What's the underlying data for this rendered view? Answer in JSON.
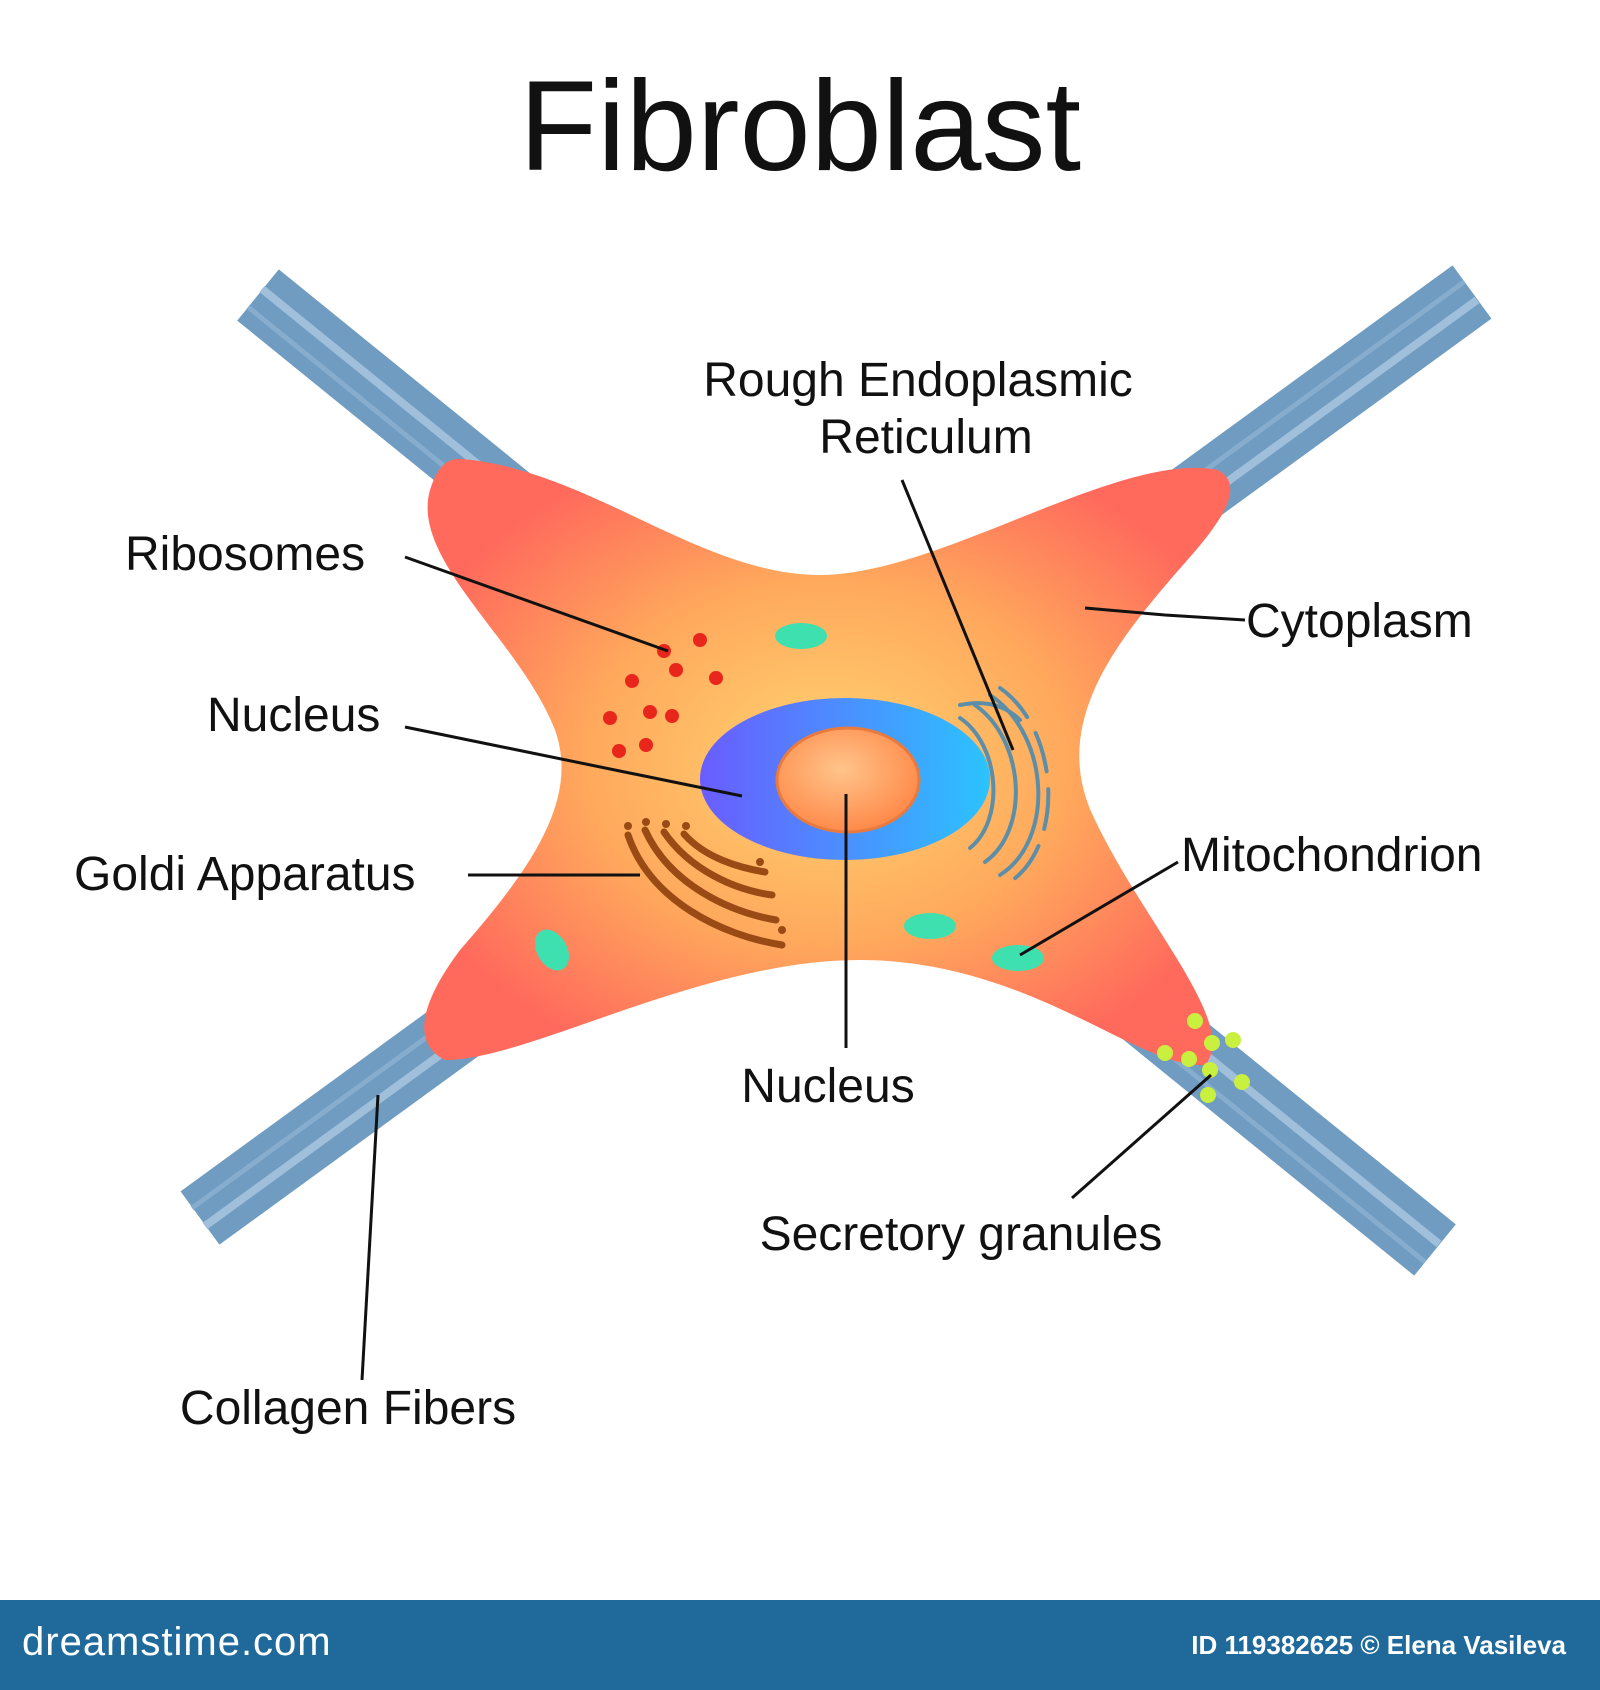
{
  "title": "Fibroblast",
  "labels": {
    "rer_line1": "Rough Endoplasmic",
    "rer_line2": "Reticulum",
    "ribosomes": "Ribosomes",
    "cytoplasm": "Cytoplasm",
    "nucleus_left": "Nucleus",
    "goldi": "Goldi Apparatus",
    "mitochondrion": "Mitochondrion",
    "nucleus_bottom": "Nucleus",
    "secretory": "Secretory granules",
    "collagen": "Collagen Fibers"
  },
  "footer": {
    "brand": "dreamstime.com",
    "credit": "ID 119382625 © Elena Vasileva"
  },
  "colors": {
    "cell_outer": "#ff6a5c",
    "cell_inner": "#ffd370",
    "fiber": "#6f9cc0",
    "nucleus_outer": "#4d7fff",
    "nucleolus": "#ffa46a",
    "ribosome": "#e8261b",
    "mitochondrion": "#3fe0b0",
    "granule": "#c9ef3f",
    "golgi": "#9a4a14",
    "footer": "#1f6a9a"
  }
}
